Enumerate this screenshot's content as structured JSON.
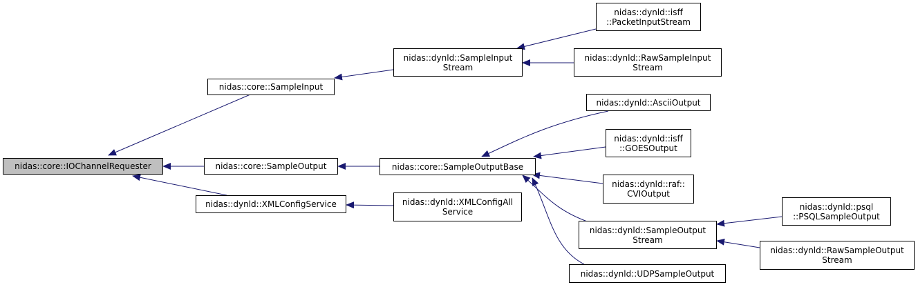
{
  "colors": {
    "edge": "#191970",
    "root_fill": "#bfbfbf",
    "node_fill": "#ffffff",
    "border": "#000000"
  },
  "nodes": {
    "io_channel_requester": {
      "line1": "nidas::core::IOChannelRequester"
    },
    "sample_input": {
      "line1": "nidas::core::SampleInput"
    },
    "sample_output": {
      "line1": "nidas::core::SampleOutput"
    },
    "xml_config_service": {
      "line1": "nidas::dynld::XMLConfigService"
    },
    "sample_input_stream": {
      "line1": "nidas::dynld::SampleInput",
      "line2": "Stream"
    },
    "sample_output_base": {
      "line1": "nidas::core::SampleOutputBase"
    },
    "xml_config_all_service": {
      "line1": "nidas::dynld::XMLConfigAll",
      "line2": "Service"
    },
    "isff_packet_input_stream": {
      "line1": "nidas::dynld::isff",
      "line2": "::PacketInputStream"
    },
    "raw_sample_input_stream": {
      "line1": "nidas::dynld::RawSampleInput",
      "line2": "Stream"
    },
    "ascii_output": {
      "line1": "nidas::dynld::AsciiOutput"
    },
    "isff_goes_output": {
      "line1": "nidas::dynld::isff",
      "line2": "::GOESOutput"
    },
    "raf_cvi_output": {
      "line1": "nidas::dynld::raf::",
      "line2": "CVIOutput"
    },
    "sample_output_stream": {
      "line1": "nidas::dynld::SampleOutput",
      "line2": "Stream"
    },
    "udp_sample_output": {
      "line1": "nidas::dynld::UDPSampleOutput"
    },
    "psql_sample_output": {
      "line1": "nidas::dynld::psql",
      "line2": "::PSQLSampleOutput"
    },
    "raw_sample_output_stream": {
      "line1": "nidas::dynld::RawSampleOutput",
      "line2": "Stream"
    }
  }
}
